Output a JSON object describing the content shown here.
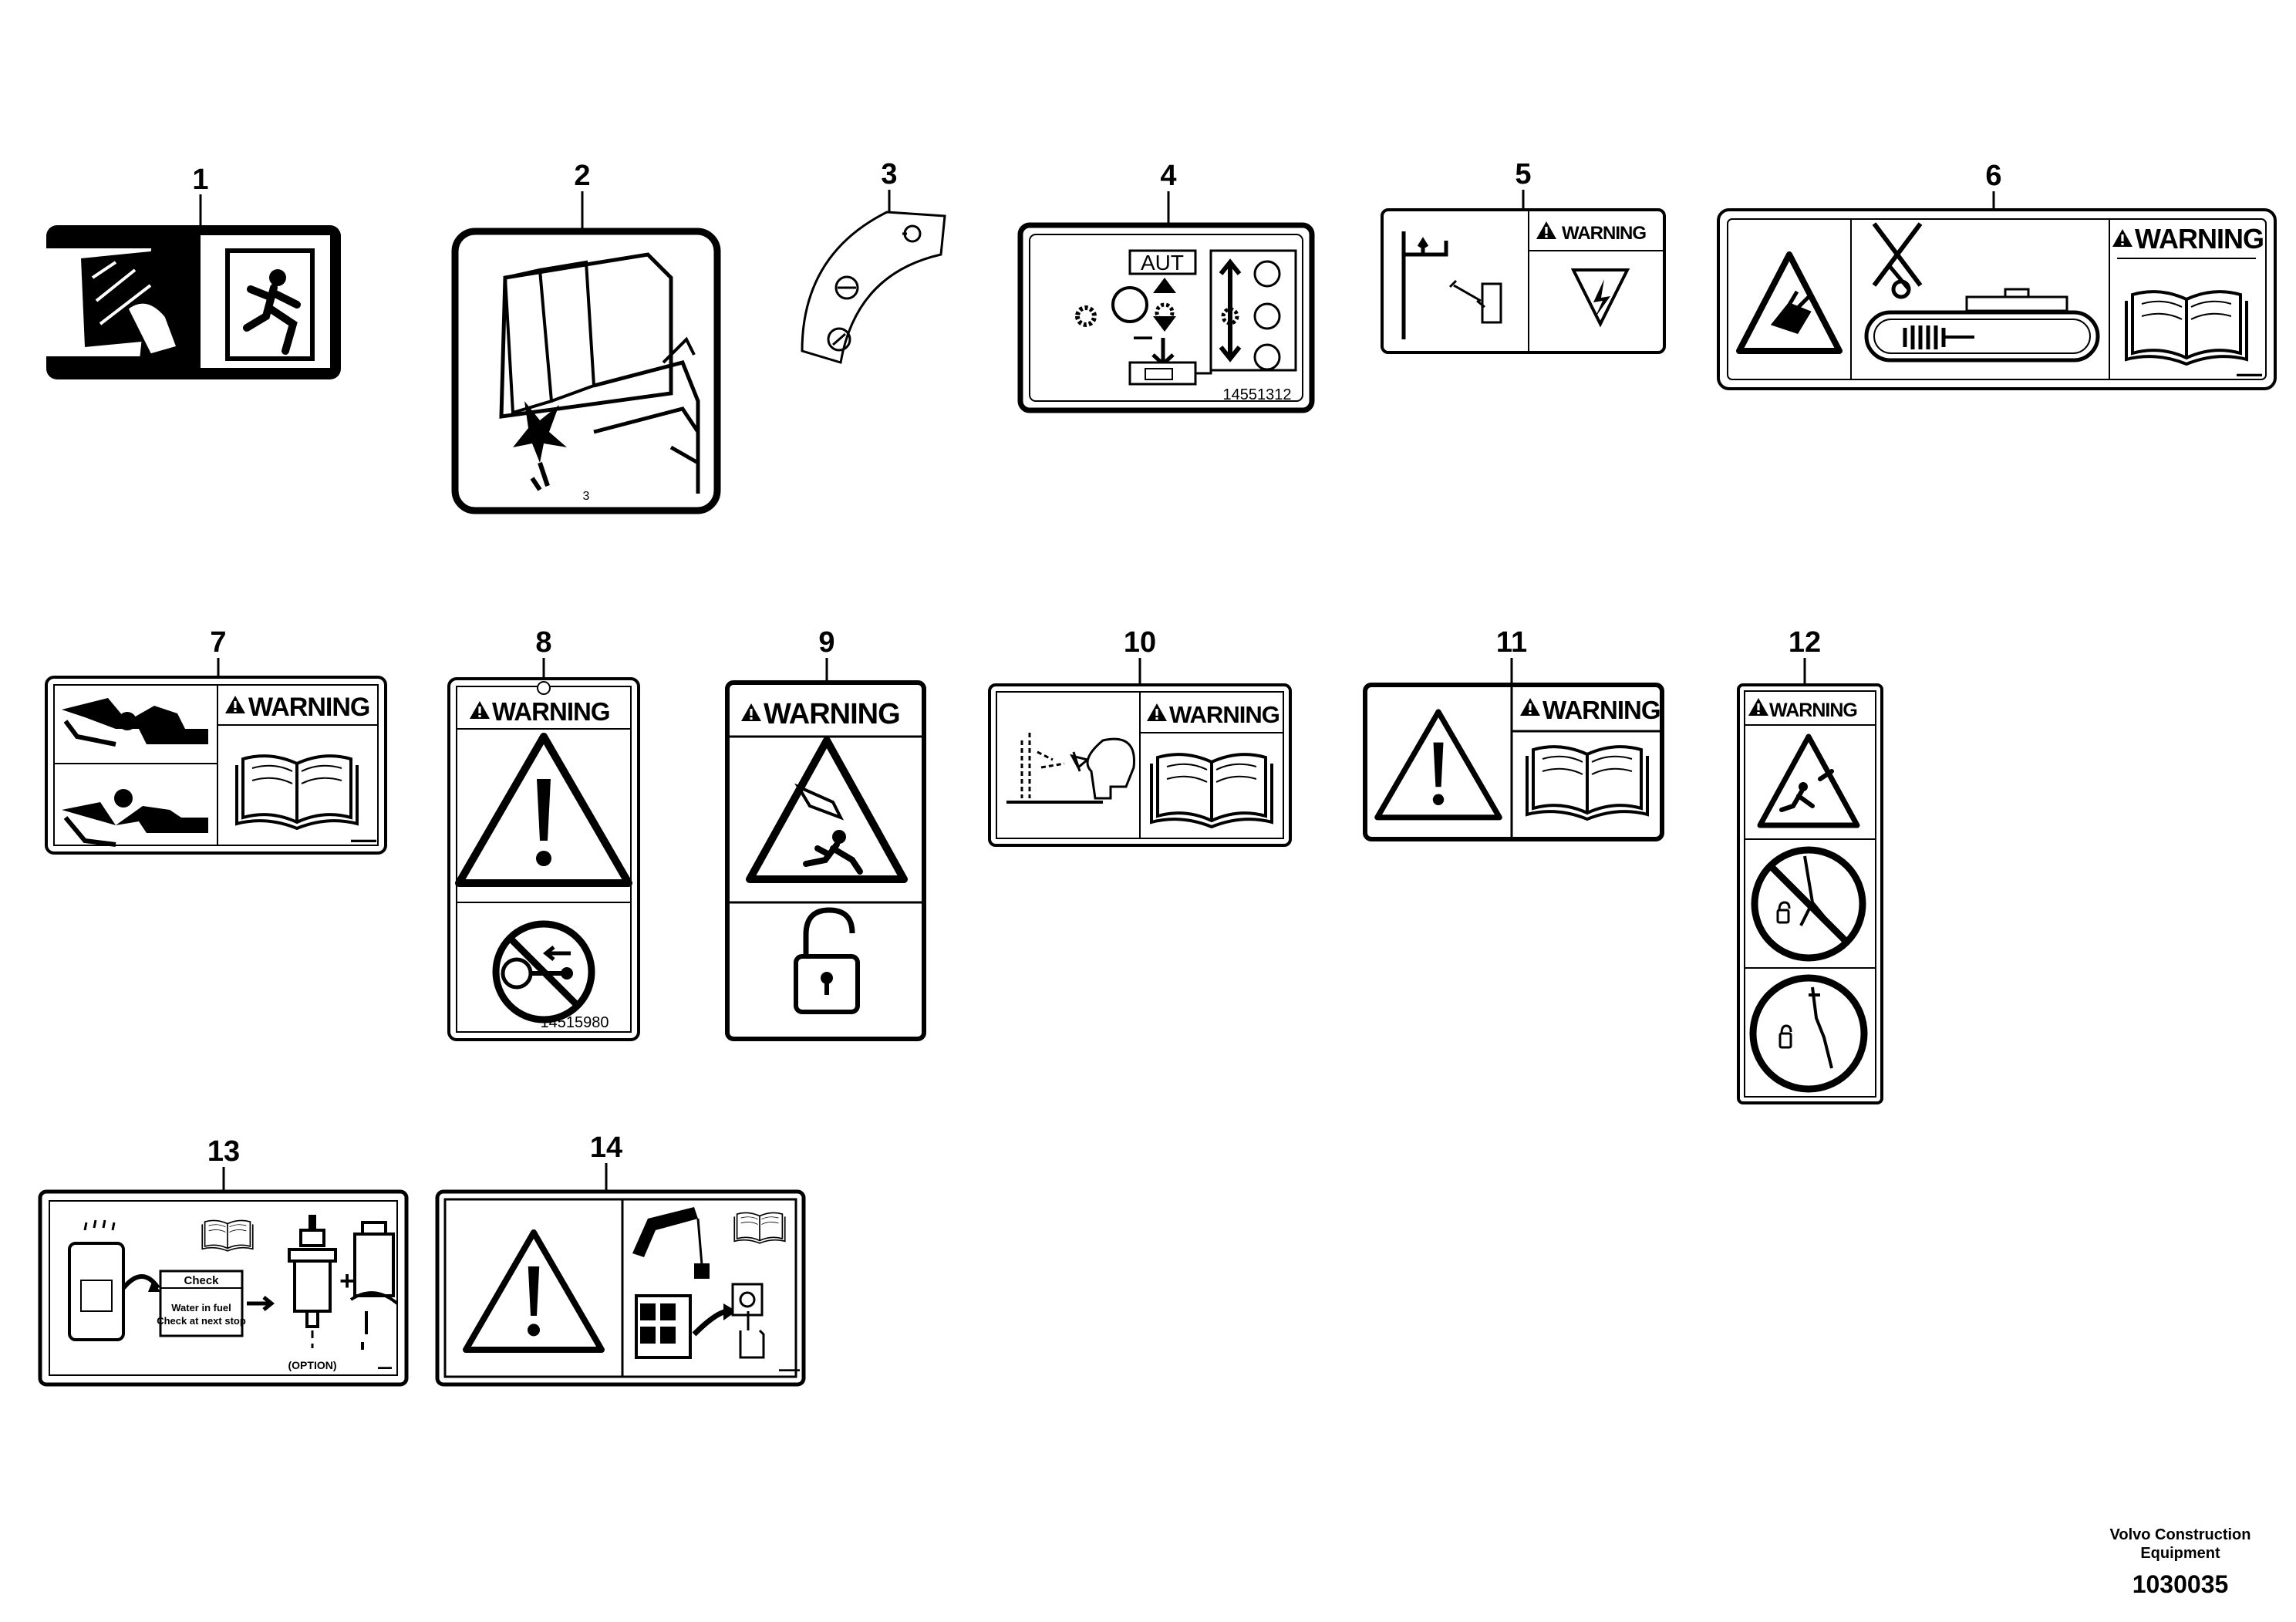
{
  "labels": [
    {
      "number": "1"
    },
    {
      "number": "2"
    },
    {
      "number": "3"
    },
    {
      "number": "4",
      "texts": {
        "mode": "AUT",
        "pn": "14551312"
      }
    },
    {
      "number": "5",
      "texts": {
        "warning": "WARNING"
      }
    },
    {
      "number": "6",
      "texts": {
        "warning": "WARNING"
      }
    },
    {
      "number": "7",
      "texts": {
        "warning": "WARNING"
      }
    },
    {
      "number": "8",
      "texts": {
        "warning": "WARNING",
        "pn": "14515980"
      }
    },
    {
      "number": "9",
      "texts": {
        "warning": "WARNING"
      }
    },
    {
      "number": "10",
      "texts": {
        "warning": "WARNING"
      }
    },
    {
      "number": "11",
      "texts": {
        "warning": "WARNING"
      }
    },
    {
      "number": "12",
      "texts": {
        "warning": "WARNING"
      }
    },
    {
      "number": "13",
      "texts": {
        "check": "Check",
        "line1": "Water in fuel",
        "line2": "Check at next stop",
        "option": "(OPTION)"
      }
    },
    {
      "number": "14"
    }
  ],
  "footer": {
    "company_line1": "Volvo Construction",
    "company_line2": "Equipment",
    "code": "1030035"
  }
}
